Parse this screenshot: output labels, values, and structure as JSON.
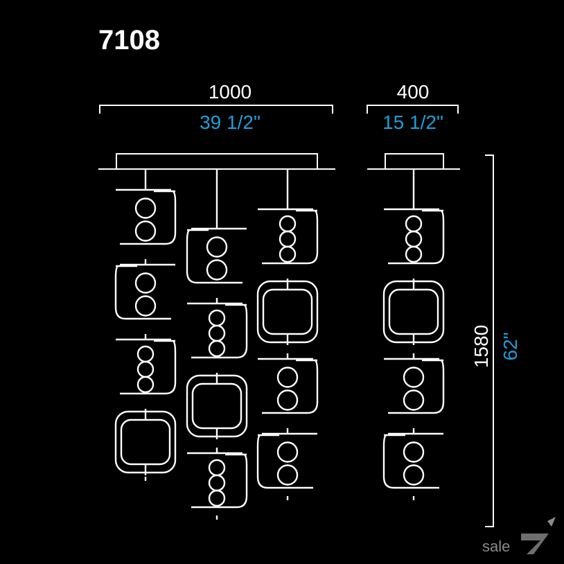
{
  "title": "7108",
  "front_view": {
    "width_mm": "1000",
    "width_in": "39 1/2\"",
    "chains": [
      {
        "modules": [
          "cup-ball-ball",
          "cup-ball-ball",
          "cup-ball-ball-ball",
          "lantern"
        ]
      },
      {
        "modules": [
          "cup-ball-ball",
          "cup-ball-ball-ball",
          "lantern",
          "cup-ball-ball-ball"
        ]
      },
      {
        "modules": [
          "cup-ball-ball-ball",
          "lantern",
          "cup-ball-ball",
          "cup-ball-ball"
        ]
      }
    ]
  },
  "side_view": {
    "width_mm": "400",
    "width_in": "15 1/2\"",
    "chains": [
      {
        "modules": [
          "cup-ball-ball-ball",
          "lantern",
          "cup-ball-ball",
          "cup-ball-ball"
        ]
      }
    ]
  },
  "height": {
    "mm": "1580",
    "in": "62\""
  },
  "watermark": {
    "text": "sale",
    "icon": "seven-logo-icon"
  },
  "colors": {
    "background": "#000000",
    "line": "#ffffff",
    "imperial": "#1e9ed8"
  }
}
